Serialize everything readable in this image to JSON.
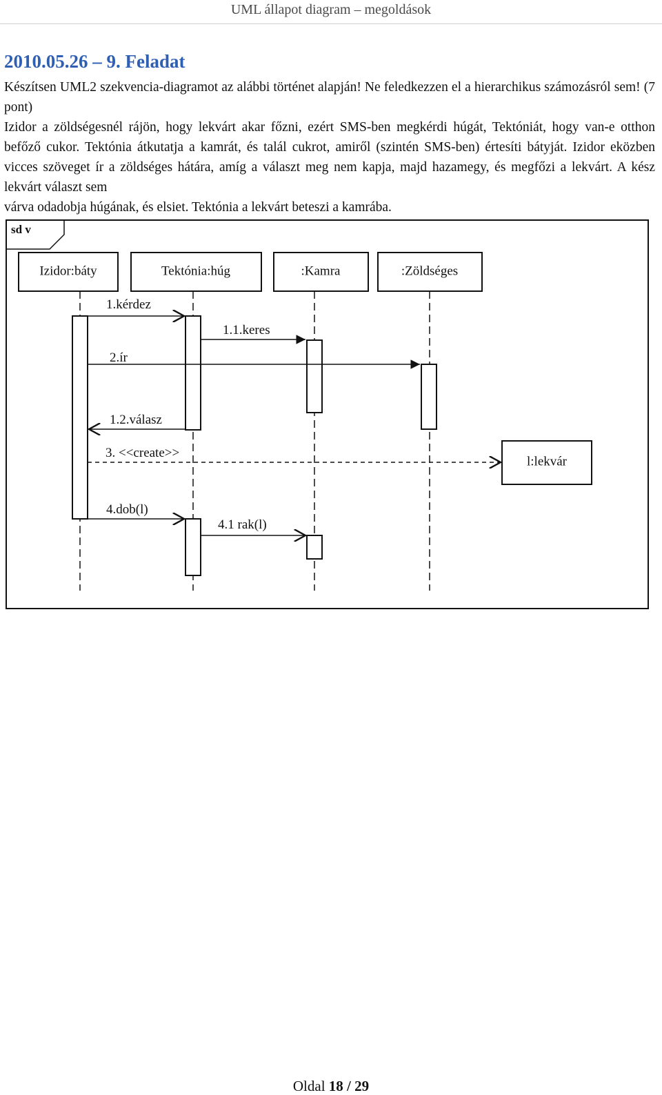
{
  "header": {
    "title": "UML állapot diagram – megoldások"
  },
  "task": {
    "heading": "2010.05.26 – 9. Feladat",
    "intro": "Készítsen UML2 szekvencia-diagramot az alábbi történet alapján! Ne feledkezzen el a hierarchikus számozásról sem! (7 pont)",
    "story": "Izidor a zöldségesnél rájön, hogy lekvárt akar főzni, ezért SMS-ben megkérdi húgát, Tektóniát, hogy van-e otthon befőző cukor. Tektónia átkutatja a kamrát, és talál cukrot, amiről (szintén SMS-ben) értesíti bátyját. Izidor eközben vicces szöveget ír a zöldséges hátára, amíg a választ meg nem kapja, majd hazamegy, és megfőzi a lekvárt. A kész lekvárt választ sem",
    "story_last": "várva odadobja húgának, és elsiet. Tektónia a lekvárt beteszi a kamrába."
  },
  "diagram": {
    "frame_label": "sd v",
    "lifelines": [
      {
        "id": "izidor",
        "label": "Izidor:báty"
      },
      {
        "id": "tektonia",
        "label": "Tektónia:húg"
      },
      {
        "id": "kamra",
        "label": ":Kamra"
      },
      {
        "id": "zoldseges",
        "label": ":Zöldséges"
      }
    ],
    "created_object": {
      "label": "l:lekvár"
    },
    "messages": [
      {
        "id": "m1",
        "label": "1.kérdez",
        "from": "izidor",
        "to": "tektonia",
        "kind": "sync"
      },
      {
        "id": "m11",
        "label": "1.1.keres",
        "from": "tektonia",
        "to": "kamra",
        "kind": "sync"
      },
      {
        "id": "m2",
        "label": "2.ír",
        "from": "izidor",
        "to": "zoldseges",
        "kind": "sync"
      },
      {
        "id": "m12",
        "label": "1.2.válasz",
        "from": "tektonia",
        "to": "izidor",
        "kind": "async"
      },
      {
        "id": "m3",
        "label": "3. <<create>>",
        "from": "izidor",
        "to": "lekvar",
        "kind": "create"
      },
      {
        "id": "m4",
        "label": "4.dob(l)",
        "from": "izidor",
        "to": "tektonia",
        "kind": "async"
      },
      {
        "id": "m41",
        "label": "4.1 rak(l)",
        "from": "tektonia",
        "to": "kamra",
        "kind": "async"
      }
    ]
  },
  "footer": {
    "prefix": "Oldal ",
    "current": "18",
    "separator": " / ",
    "total": "29"
  }
}
